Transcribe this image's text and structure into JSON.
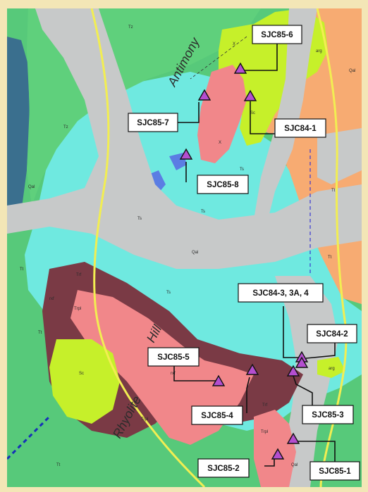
{
  "map": {
    "place_names": [
      "Antimony",
      "Rhyolite",
      "Hill"
    ],
    "unit_labels": [
      "Tz",
      "Tz",
      "Ts",
      "Ts",
      "Ts",
      "Ts",
      "Ts",
      "Qal",
      "Qal",
      "Qal",
      "Qal",
      "Tt",
      "Tt",
      "Tt",
      "Tt",
      "Tt",
      "Tt",
      "Trf",
      "Trf",
      "Trpl",
      "Trpl",
      "Trpl",
      "Sc",
      "Sc",
      "arg",
      "arg",
      "rxf",
      "rxf",
      "X",
      "X"
    ],
    "samples": [
      {
        "id": "SJC85-6"
      },
      {
        "id": "SJC85-7"
      },
      {
        "id": "SJC84-1"
      },
      {
        "id": "SJC85-8"
      },
      {
        "id": "SJC84-3, 3A, 4"
      },
      {
        "id": "SJC84-2"
      },
      {
        "id": "SJC85-5"
      },
      {
        "id": "SJC85-4"
      },
      {
        "id": "SJC85-3"
      },
      {
        "id": "SJC85-2"
      },
      {
        "id": "SJC85-1"
      }
    ],
    "colors": {
      "frame": "#f3e6b6",
      "Tt_green": "#57c97a",
      "Ts_cyan": "#6fe9e0",
      "Qal_gray": "#c7c9c9",
      "Tz_green": "#5fd07c",
      "Sc_yellow": "#c6f02a",
      "salmon": "#f1878a",
      "orange": "#f7ab72",
      "maroon": "#7a3a45",
      "lake_blue": "#3a6f8e",
      "water_blue": "#5b7de3",
      "road_yellow": "#f2ee52",
      "sample_triangle": "#b44ecf"
    }
  }
}
